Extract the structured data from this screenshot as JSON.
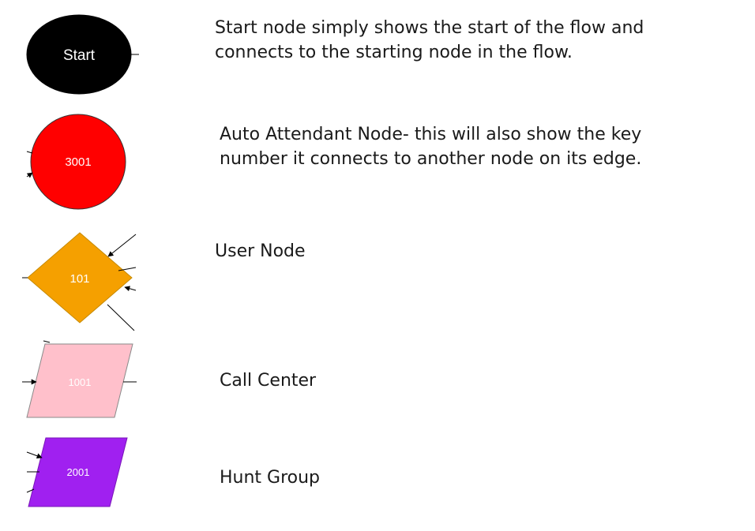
{
  "legend": {
    "start": {
      "shape_label": "Start",
      "fill": "#000000",
      "text_color": "#ffffff",
      "description": "Start node simply shows the start of the flow and connects to the starting node in the flow."
    },
    "auto_attendant": {
      "shape_label": "3001",
      "fill": "#ff0000",
      "text_color": "#ffffff",
      "description": "Auto Attendant Node- this will also show the key number it connects to another node on its edge."
    },
    "user": {
      "shape_label": "101",
      "fill": "#f5a000",
      "text_color": "#ffffff",
      "description": "User Node"
    },
    "call_center": {
      "shape_label": "1001",
      "fill": "#ffc0cb",
      "text_color": "#ffffff",
      "description": "Call Center"
    },
    "hunt_group": {
      "shape_label": "2001",
      "fill": "#a020f0",
      "text_color": "#ffffff",
      "description": "Hunt Group"
    }
  }
}
